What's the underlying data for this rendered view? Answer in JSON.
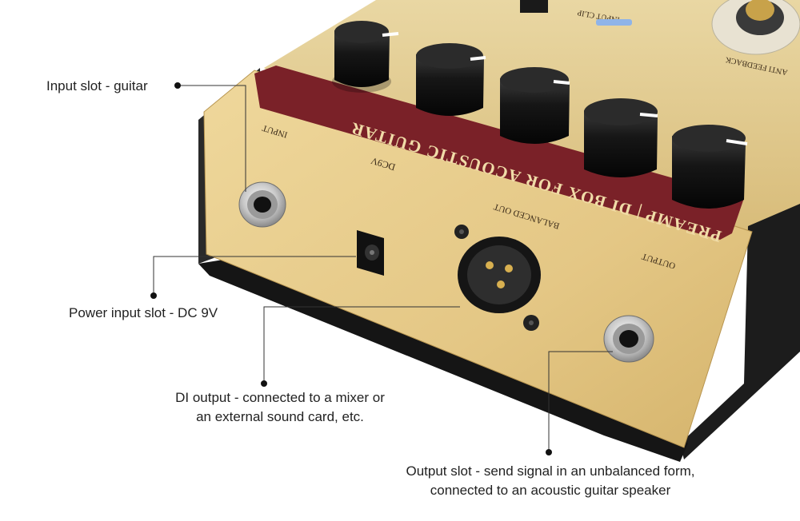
{
  "product": {
    "banner_text": "PREAMP | DI BOX FOR ACOUSTIC GUITAR",
    "panel_labels": {
      "input": "INPUT",
      "dc": "DC9V",
      "balanced_out": "BALANCED OUT",
      "output": "OUTPUT",
      "input_clip": "INPUT CLIP",
      "anti_feedback": "ANTI FEEDBACK"
    }
  },
  "callouts": {
    "input_slot": "Input slot - guitar",
    "power_input": "Power input slot - DC 9V",
    "di_output": [
      "DI output - connected to a mixer or",
      "an external sound card, etc."
    ],
    "output_slot": [
      "Output slot - send signal in an unbalanced form,",
      "connected to an acoustic guitar speaker"
    ]
  },
  "colors": {
    "panel": "#e8cf90",
    "banner": "#7a2128",
    "knob": "#151515",
    "chassis": "#1c1c1c"
  }
}
